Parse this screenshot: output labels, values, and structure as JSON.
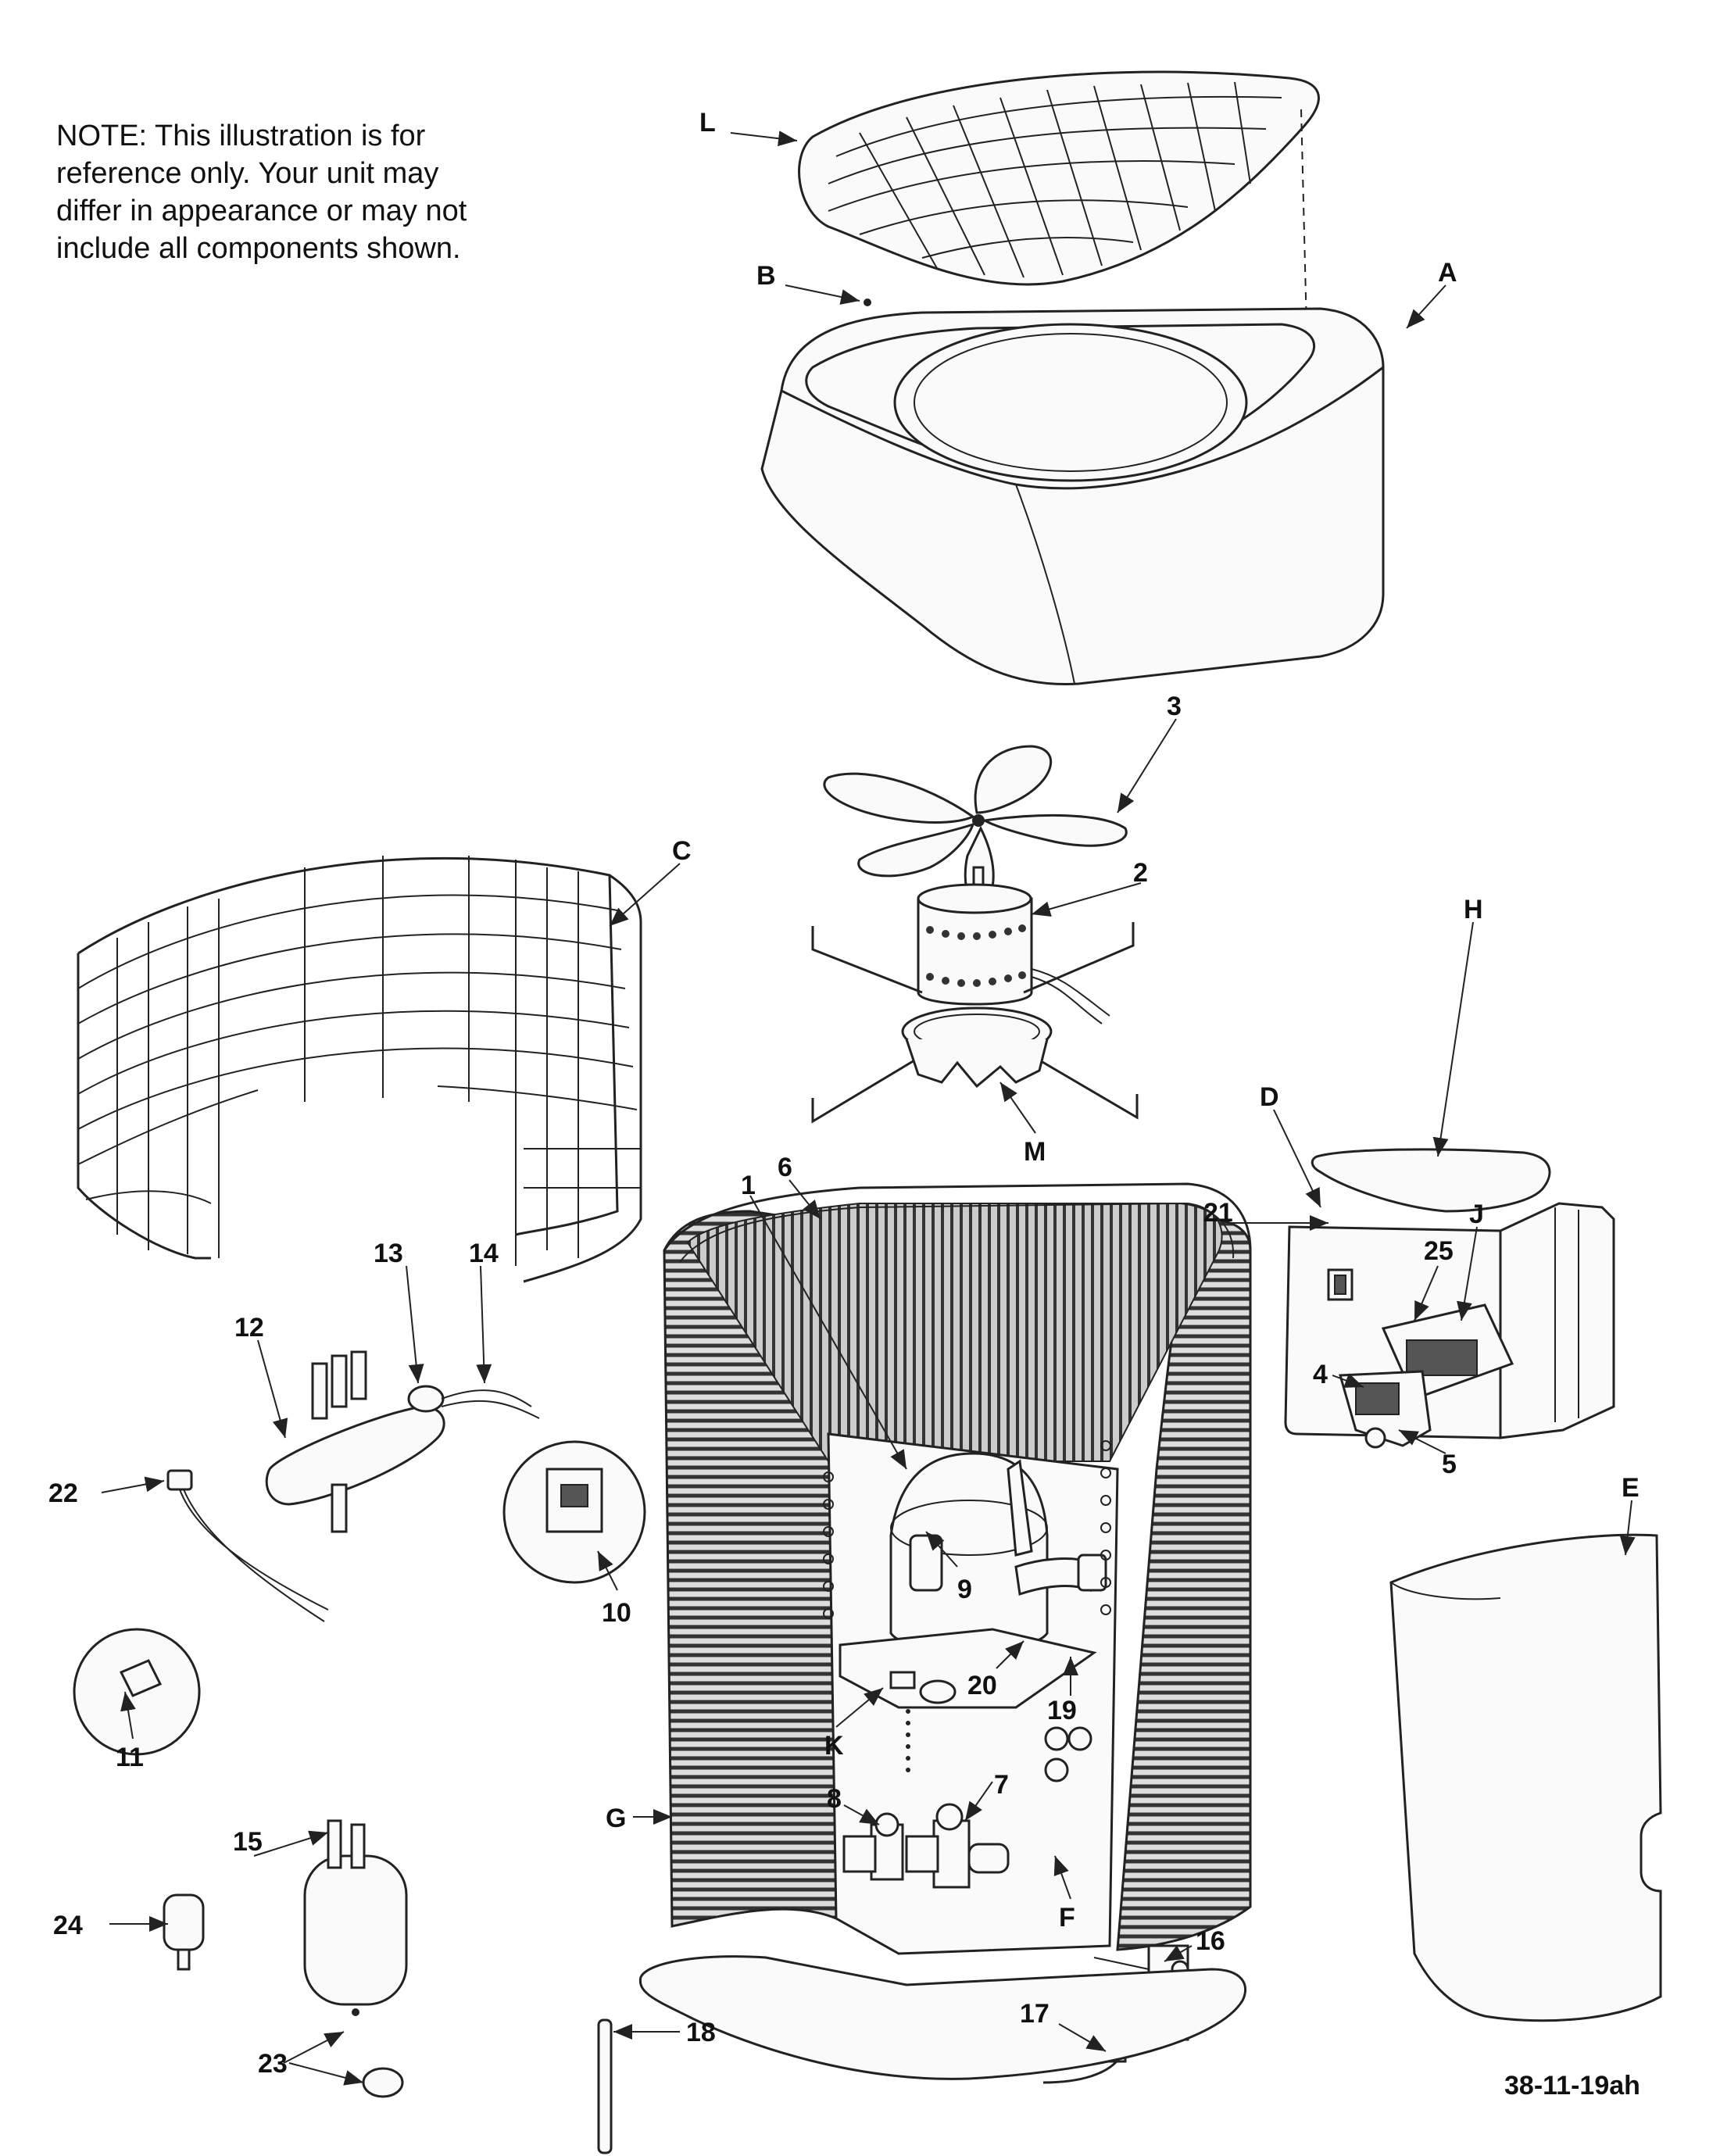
{
  "note": {
    "lines": [
      "NOTE:     This illustration is for",
      "reference only.   Your unit may",
      "differ in appearance or may not",
      "include all components shown."
    ]
  },
  "diagram_code": "38-11-19ah",
  "labels": {
    "L": "L",
    "B": "B",
    "A": "A",
    "C": "C",
    "D": "D",
    "E": "E",
    "F": "F",
    "G": "G",
    "H": "H",
    "J": "J",
    "K": "K",
    "M": "M",
    "n1": "1",
    "n2": "2",
    "n3": "3",
    "n4": "4",
    "n5": "5",
    "n6": "6",
    "n7": "7",
    "n8": "8",
    "n9": "9",
    "n10": "10",
    "n11": "11",
    "n12": "12",
    "n13": "13",
    "n14": "14",
    "n15": "15",
    "n16": "16",
    "n17": "17",
    "n18": "18",
    "n19": "19",
    "n20": "20",
    "n21": "21",
    "n22": "22",
    "n23": "23",
    "n24": "24",
    "n25": "25"
  }
}
